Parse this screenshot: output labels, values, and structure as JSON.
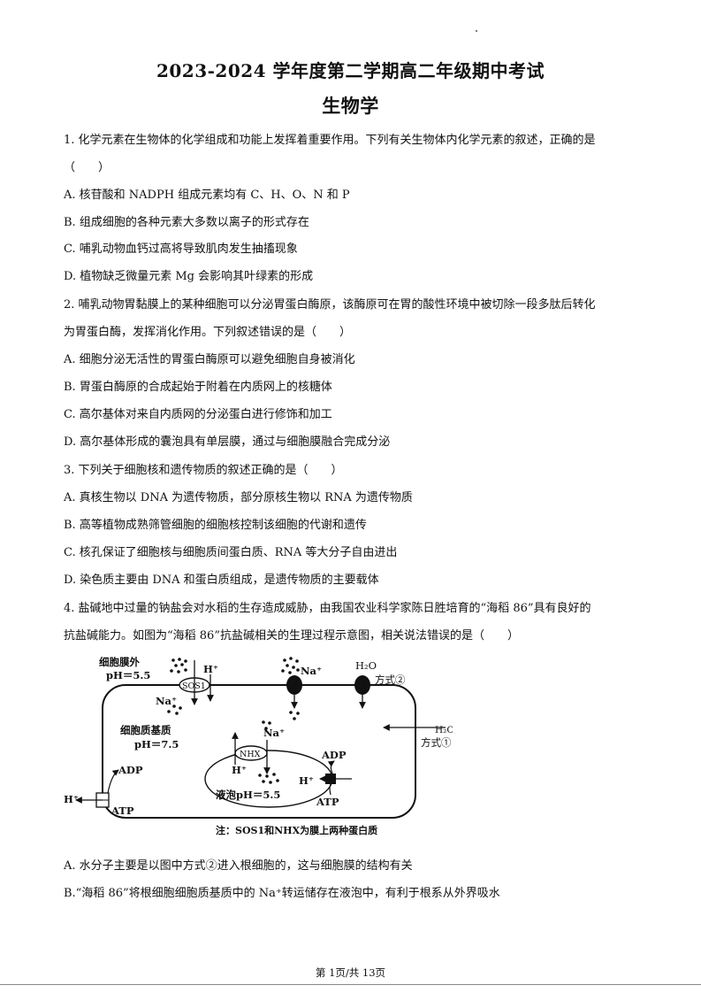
{
  "header": {
    "title": "2023-2024 学年度第二学期高二年级期中考试",
    "subject": "生物学"
  },
  "questions": [
    {
      "stem_lines": [
        "1. 化学元素在生物体的化学组成和功能上发挥着重要作用。下列有关生物体内化学元素的叙述，正确的是",
        "（　　）"
      ],
      "options": [
        "A. 核苷酸和 NADPH 组成元素均有 C、H、O、N 和 P",
        "B. 组成细胞的各种元素大多数以离子的形式存在",
        "C. 哺乳动物血钙过高将导致肌肉发生抽搐现象",
        "D. 植物缺乏微量元素 Mg 会影响其叶绿素的形成"
      ]
    },
    {
      "stem_lines": [
        "2. 哺乳动物胃黏膜上的某种细胞可以分泌胃蛋白酶原，该酶原可在胃的酸性环境中被切除一段多肽后转化",
        "为胃蛋白酶，发挥消化作用。下列叙述错误的是（　　）"
      ],
      "options": [
        "A. 细胞分泌无活性的胃蛋白酶原可以避免细胞自身被消化",
        "B. 胃蛋白酶原的合成起始于附着在内质网上的核糖体",
        "C. 高尔基体对来自内质网的分泌蛋白进行修饰和加工",
        "D. 高尔基体形成的囊泡具有单层膜，通过与细胞膜融合完成分泌"
      ]
    },
    {
      "stem_lines": [
        "3. 下列关于细胞核和遗传物质的叙述正确的是（　　）"
      ],
      "options": [
        "A. 真核生物以 DNA 为遗传物质，部分原核生物以 RNA 为遗传物质",
        "B. 高等植物成熟筛管细胞的细胞核控制该细胞的代谢和遗传",
        "C. 核孔保证了细胞核与细胞质间蛋白质、RNA 等大分子自由进出",
        "D. 染色质主要由 DNA 和蛋白质组成，是遗传物质的主要载体"
      ]
    },
    {
      "stem_lines": [
        "4. 盐碱地中过量的钠盐会对水稻的生存造成威胁，由我国农业科学家陈日胜培育的“海稻 86”具有良好的",
        "抗盐碱能力。如图为“海稻 86”抗盐碱相关的生理过程示意图，相关说法错误的是（　　）"
      ],
      "options": [
        "A. 水分子主要是以图中方式②进入根细胞的，这与细胞膜的结构有关",
        "B.“海稻 86”将根细胞细胞质基质中的 Na⁺转运储存在液泡中，有利于根系从外界吸水"
      ]
    }
  ],
  "diagram": {
    "outside_label": "细胞膜外",
    "outside_ph": "pH＝5.5",
    "sos1": "SOS1",
    "nhx": "NHX",
    "h_plus": "H⁺",
    "na_plus": "Na⁺",
    "h2o": "H₂O",
    "mode2": "方式②",
    "mode1": "方式①",
    "cytosol_label": "细胞质基质",
    "cytosol_ph": "pH＝7.5",
    "adp": "ADP",
    "atp": "ATP",
    "vacuole_label": "液泡pH＝5.5",
    "note": "注：SOS1和NHX为膜上两种蛋白质"
  },
  "footer": {
    "page": "第 1页/共 13页"
  }
}
